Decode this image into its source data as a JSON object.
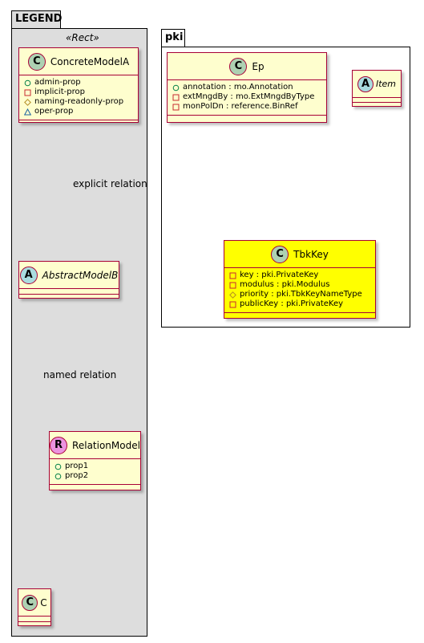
{
  "colors": {
    "class_fill": "#fefece",
    "class_border": "#a80036",
    "highlight_fill": "#ffff00",
    "legend_fill": "#dddddd",
    "concrete_badge": "#add1b2",
    "abstract_badge": "#a9dcdf",
    "relation_badge": "#eb93df"
  },
  "legend": {
    "title": "LEGEND",
    "stereotype": "«Rect»",
    "concrete": {
      "badge": "C",
      "name": "ConcreteModelA",
      "attrs": [
        {
          "vis": "public",
          "text": "admin-prop"
        },
        {
          "vis": "private",
          "text": "implicit-prop"
        },
        {
          "vis": "protected",
          "text": "naming-readonly-prop"
        },
        {
          "vis": "package",
          "text": "oper-prop"
        }
      ]
    },
    "explicit_label": "explicit relation",
    "abstract": {
      "badge": "A",
      "name": "AbstractModelB"
    },
    "named_label": "named relation",
    "relation": {
      "badge": "R",
      "name": "RelationModel",
      "attrs": [
        {
          "vis": "public",
          "text": "prop1"
        },
        {
          "vis": "public",
          "text": "prop2"
        }
      ]
    },
    "c": {
      "badge": "C",
      "name": "C"
    }
  },
  "pki": {
    "title": "pki",
    "ep": {
      "badge": "C",
      "name": "Ep",
      "attrs": [
        {
          "vis": "public",
          "text": "annotation : mo.Annotation"
        },
        {
          "vis": "private",
          "text": "extMngdBy : mo.ExtMngdByType"
        },
        {
          "vis": "private",
          "text": "monPolDn : reference.BinRef"
        }
      ]
    },
    "item": {
      "badge": "A",
      "name": "Item"
    },
    "tbkkey": {
      "badge": "C",
      "name": "TbkKey",
      "attrs": [
        {
          "vis": "private",
          "text": "key : pki.PrivateKey"
        },
        {
          "vis": "private",
          "text": "modulus : pki.Modulus"
        },
        {
          "vis": "protected",
          "text": "priority : pki.TbkKeyNameType"
        },
        {
          "vis": "private",
          "text": "publicKey : pki.PrivateKey"
        }
      ]
    }
  }
}
